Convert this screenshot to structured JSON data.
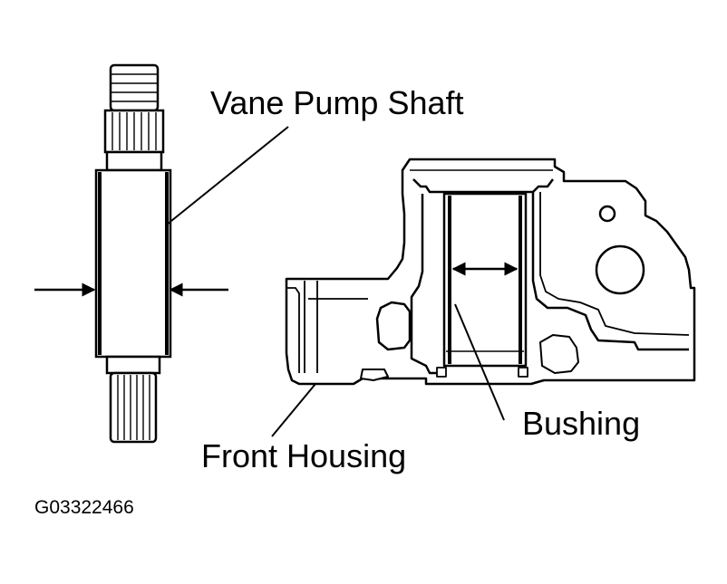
{
  "labels": {
    "vane_pump_shaft": "Vane Pump Shaft",
    "bushing": "Bushing",
    "front_housing": "Front Housing",
    "figure_id": "G03322466"
  },
  "colors": {
    "ink": "#000000",
    "paper": "#ffffff",
    "shade": "#d8d8d8"
  }
}
